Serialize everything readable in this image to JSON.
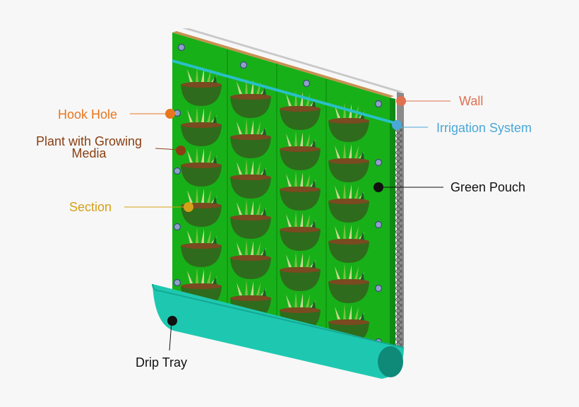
{
  "labels": {
    "wall": "Wall",
    "irrigation": "Irrigation System",
    "green_pouch": "Green Pouch",
    "hook_hole": "Hook Hole",
    "plant": "Plant with Growing Media",
    "section": "Section",
    "drip_tray": "Drip Tray"
  },
  "colors": {
    "background": "#f7f7f7",
    "wall": "#e07050",
    "irrigation": "#4aa8d8",
    "hook_hole": "#e8761e",
    "plant": "#8a3e12",
    "section": "#d4a017",
    "black": "#111111",
    "panel_green": "#18b018",
    "panel_dark_green": "#0e8a14",
    "wall_gray": "#a8a8a8",
    "tray_teal": "#1ec8b0",
    "pot_green": "#2f6b1c"
  },
  "planter": {
    "columns": 4,
    "rows": 6
  }
}
